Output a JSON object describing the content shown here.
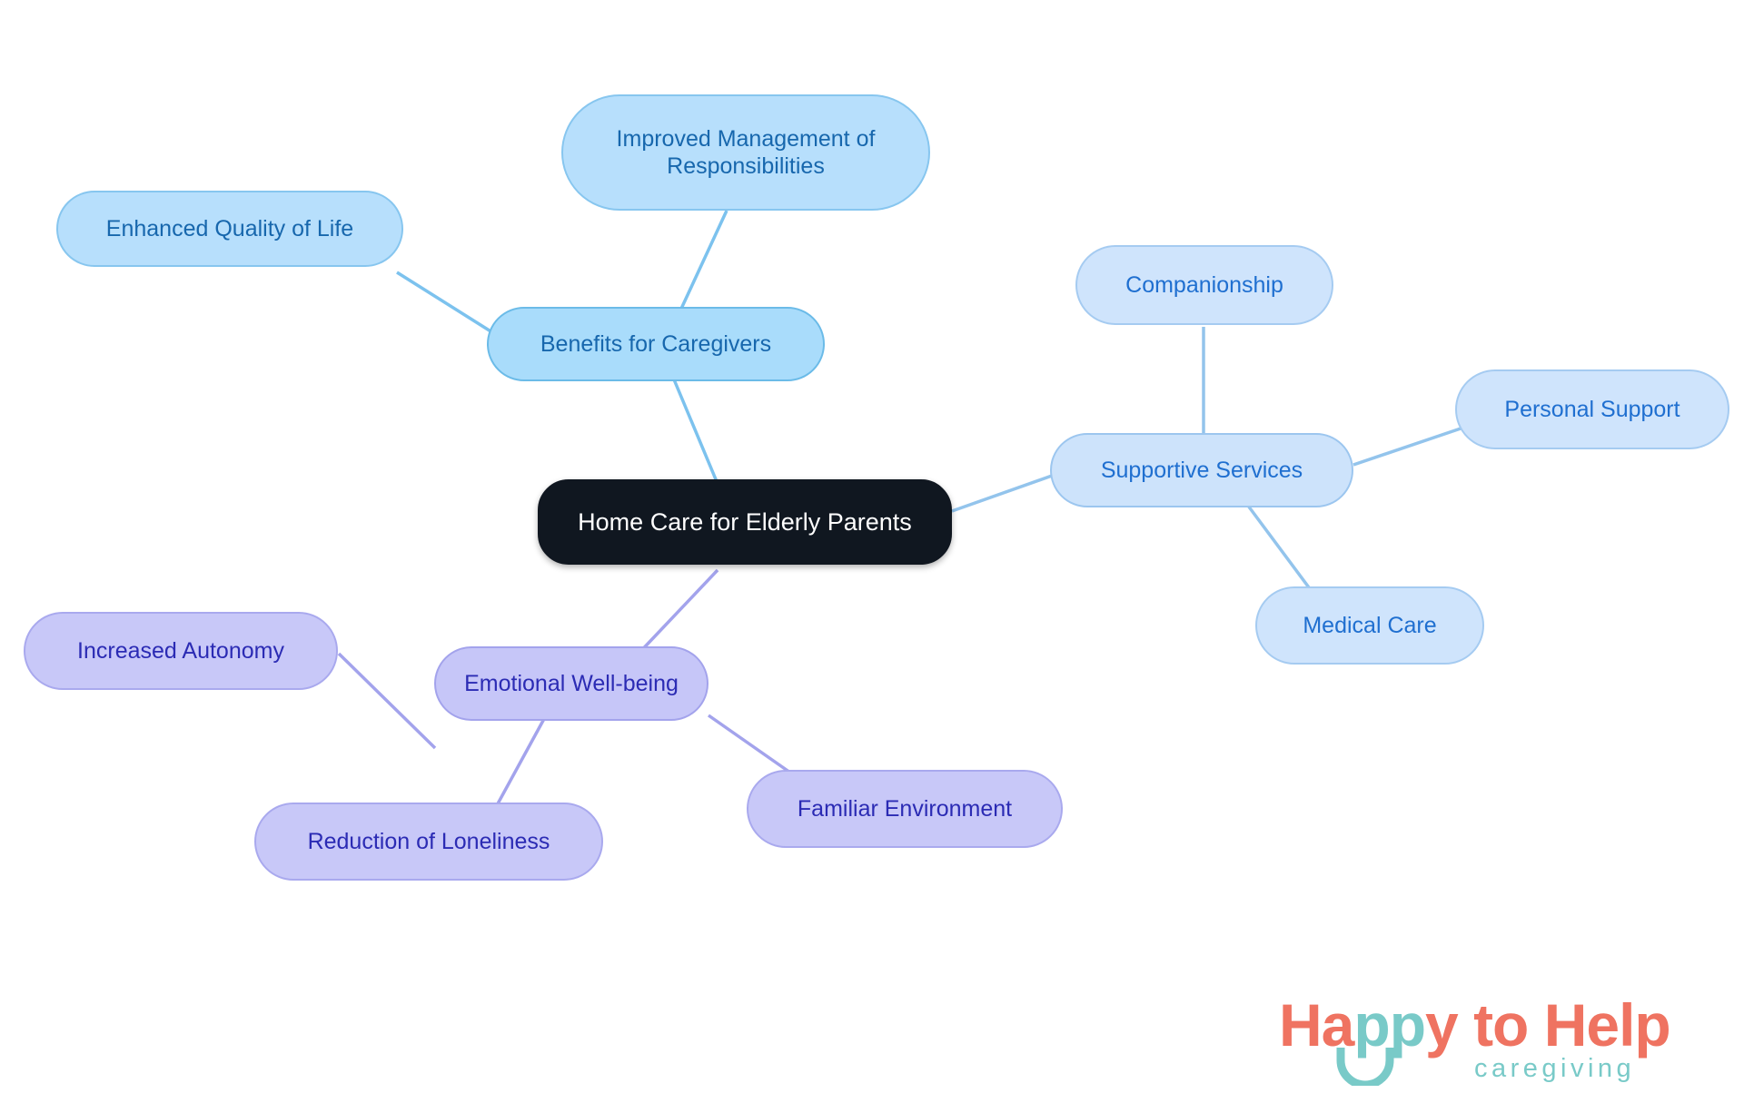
{
  "diagram": {
    "type": "mindmap",
    "title": "Home Care for Elderly Parents",
    "root": {
      "label": "Home Care for Elderly Parents"
    },
    "branches": [
      {
        "label": "Benefits for Caregivers",
        "color": "#a9dcfb",
        "text_color": "#1767ad",
        "children": [
          {
            "label": "Enhanced Quality of Life"
          },
          {
            "label": "Improved Management of\nResponsibilities"
          }
        ]
      },
      {
        "label": "Supportive Services",
        "color": "#cde3fb",
        "text_color": "#1f6fd0",
        "children": [
          {
            "label": "Companionship"
          },
          {
            "label": "Personal Support"
          },
          {
            "label": "Medical Care"
          }
        ]
      },
      {
        "label": "Emotional Well-being",
        "color": "#c6c6f8",
        "text_color": "#2b2bb4",
        "children": [
          {
            "label": "Increased Autonomy"
          },
          {
            "label": "Reduction of Loneliness"
          },
          {
            "label": "Familiar Environment"
          }
        ]
      }
    ],
    "edge_colors": {
      "blue": "#7cc2ee",
      "light_blue": "#93c4ec",
      "purple": "#a3a3ec"
    },
    "background": "#ffffff"
  },
  "nodes": {
    "root": "Home Care for Elderly Parents",
    "benefits_for_caregivers": "Benefits for Caregivers",
    "enhanced_quality_of_life": "Enhanced Quality of Life",
    "improved_management": "Improved Management of\nResponsibilities",
    "supportive_services": "Supportive Services",
    "companionship": "Companionship",
    "personal_support": "Personal Support",
    "medical_care": "Medical Care",
    "emotional_wellbeing": "Emotional Well-being",
    "increased_autonomy": "Increased Autonomy",
    "reduction_of_loneliness": "Reduction of Loneliness",
    "familiar_environment": "Familiar Environment"
  },
  "logo": {
    "word_happy": "Happy",
    "word_pp": "pp",
    "word_happy_prefix": "Ha",
    "word_happy_suffix": "y",
    "word_to_help": " to Help",
    "tagline": "caregiving",
    "coral": "#ef7361",
    "teal": "#79cac8"
  }
}
